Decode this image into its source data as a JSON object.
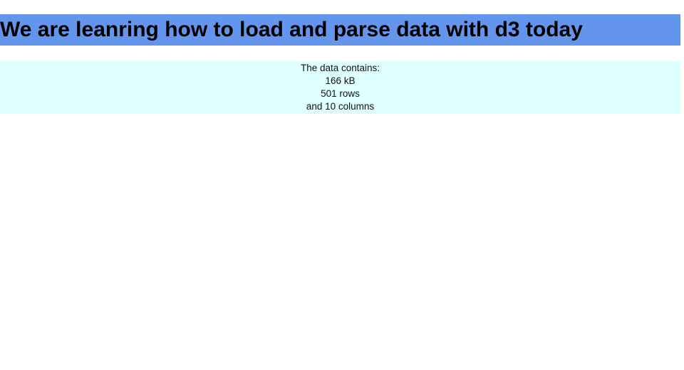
{
  "header": {
    "title": "We are leanring how to load and parse data with d3 today",
    "background_color": "#6495ed",
    "text_color": "#000000"
  },
  "summary": {
    "background_color": "#e0ffff",
    "text_color": "#111111",
    "lines": [
      "The data contains:",
      "166 kB",
      "501 rows",
      "and 10 columns"
    ]
  }
}
